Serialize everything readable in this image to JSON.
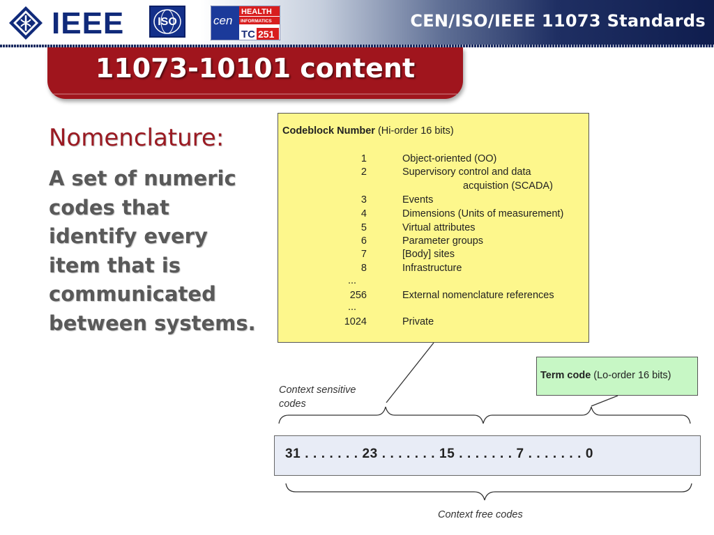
{
  "header": {
    "title": "CEN/ISO/IEEE 11073 Standards",
    "logos": {
      "ieee": "IEEE",
      "iso": "ISO",
      "cen": "cen",
      "health": "HEALTH",
      "informatics": "INFORMATICS",
      "tc": "TC",
      "tc_number": "251"
    }
  },
  "slide": {
    "title": "11073-10101 content",
    "heading": "Nomenclature:",
    "body": "A set of numeric codes that identify every item that is communicated between systems."
  },
  "codeblock": {
    "header_bold": "Codeblock Number",
    "header_rest": " (Hi-order 16 bits)",
    "rows": [
      {
        "num": "1",
        "label": "Object-oriented (OO)"
      },
      {
        "num": "2",
        "label": "Supervisory control and data"
      },
      {
        "num": "",
        "label": "acquistion (SCADA)"
      },
      {
        "num": "3",
        "label": "Events"
      },
      {
        "num": "4",
        "label": "Dimensions (Units of measurement)"
      },
      {
        "num": "5",
        "label": "Virtual attributes"
      },
      {
        "num": "6",
        "label": "Parameter groups"
      },
      {
        "num": "7",
        "label": "[Body] sites"
      },
      {
        "num": "8",
        "label": "Infrastructure"
      },
      {
        "num": "256",
        "label": "External nomenclature references"
      },
      {
        "num": "1024",
        "label": "Private"
      }
    ],
    "ellipsis": "..."
  },
  "term_code": {
    "bold": "Term code",
    "rest": "  (Lo-order 16 bits)"
  },
  "context_sensitive_label": [
    "Context sensitive",
    "codes"
  ],
  "context_free_label": "Context free codes",
  "bit_strip": "31 . . . . . . . 23 . . . . . . . 15 . . . . . . . 7 . . . . . . . 0",
  "colors": {
    "title_tab": "#a0151d",
    "heading": "#9a1a22",
    "codeblock_bg": "#fdf78c",
    "term_bg": "#c7f7c5",
    "header_dark": "#0f1d4e"
  }
}
